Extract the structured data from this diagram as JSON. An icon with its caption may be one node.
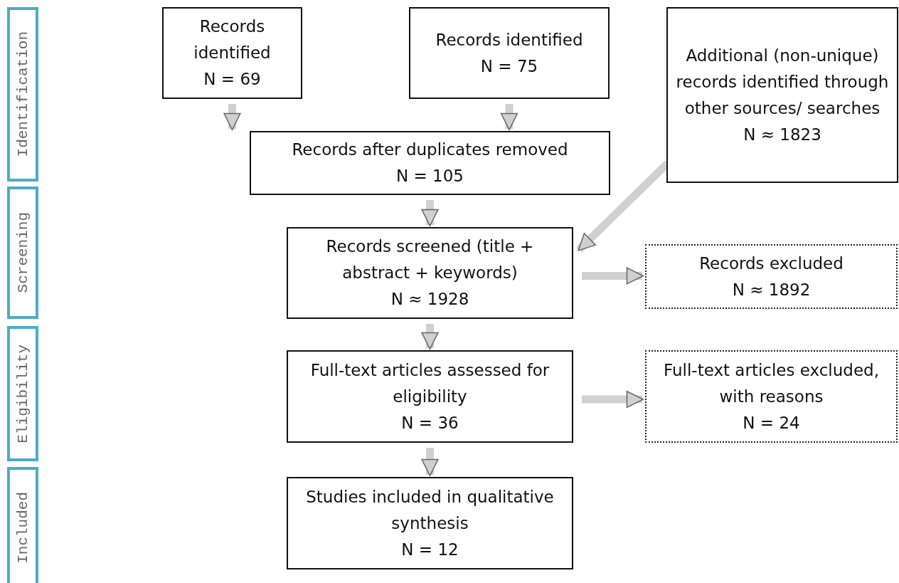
{
  "diagram": {
    "nodes": [
      {
        "text": [
          "Identification"
        ]
      },
      {
        "text": [
          "Screening"
        ]
      },
      {
        "text": [
          "Eligibility"
        ]
      },
      {
        "text": [
          "Included"
        ]
      },
      {
        "text": [
          "Records identified",
          "N = 69"
        ]
      },
      {
        "text": [
          "Records identified",
          "N = 75"
        ]
      },
      {
        "text": [
          "Additional (non-unique) records identified through other sources/ searches",
          "N ≈ 1823"
        ]
      },
      {
        "text": [
          "Records after duplicates removed",
          "N = 105"
        ]
      },
      {
        "text": [
          "Records screened (title + abstract + keywords)",
          "N ≈ 1928"
        ]
      },
      {
        "text": [
          "Records excluded",
          "N ≈ 1892"
        ]
      },
      {
        "text": [
          "Full-text articles assessed for eligibility",
          "N = 36"
        ]
      },
      {
        "text": [
          "Full-text articles excluded, with reasons",
          "N = 24"
        ]
      },
      {
        "text": [
          "Studies included in qualitative synthesis",
          "N = 12"
        ]
      }
    ],
    "edges": [
      {
        "from": 4,
        "to": 7,
        "arrow": "to"
      },
      {
        "from": 5,
        "to": 7,
        "arrow": "to"
      },
      {
        "from": 7,
        "to": 8,
        "arrow": "to"
      },
      {
        "from": 6,
        "to": 8,
        "arrow": "to"
      },
      {
        "from": 8,
        "to": 9,
        "arrow": "to"
      },
      {
        "from": 8,
        "to": 10,
        "arrow": "to"
      },
      {
        "from": 10,
        "to": 11,
        "arrow": "to"
      },
      {
        "from": 10,
        "to": 12,
        "arrow": "to"
      }
    ]
  }
}
